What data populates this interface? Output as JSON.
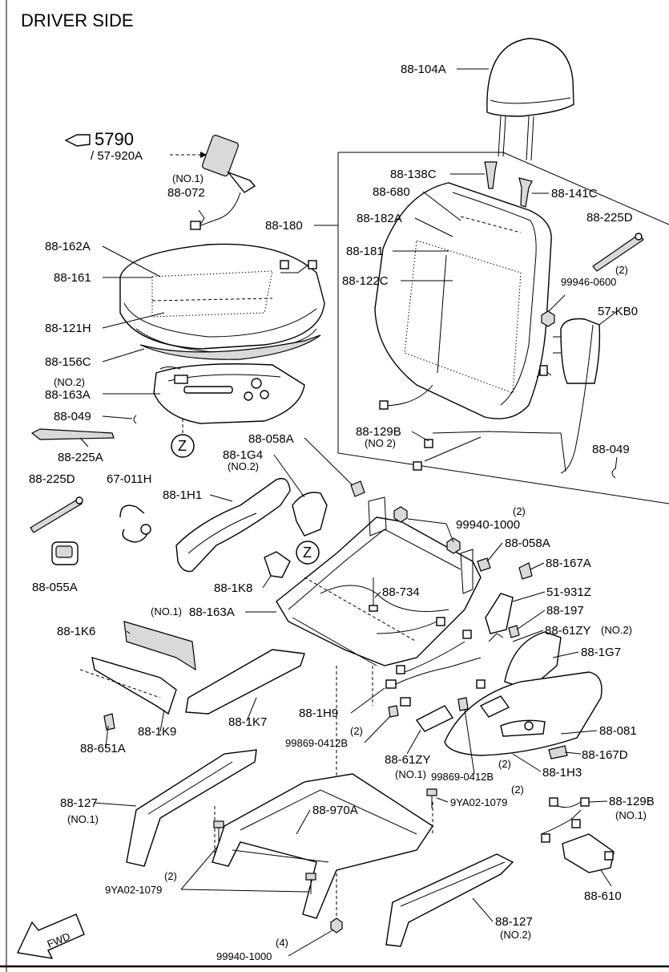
{
  "title": "DRIVER SIDE",
  "reference": {
    "arrow_label": "5790",
    "sub_label": "/ 57-920A"
  },
  "circle_markers": [
    "Z",
    "Z"
  ],
  "fwd_label": "FWD",
  "labels": {
    "p88_104A": "88-104A",
    "p88_138C": "88-138C",
    "p88_680": "88-680",
    "p88_141C": "88-141C",
    "p88_182A": "88-182A",
    "p88_225D_a": "88-225D",
    "p88_180": "88-180",
    "p88_181": "88-181",
    "q2_a": "(2)",
    "p99946_0600": "99946-0600",
    "p88_122C": "88-122C",
    "p57_KB0": "57-KB0",
    "no1_a": "(NO.1)",
    "p88_072": "88-072",
    "p88_162A": "88-162A",
    "p88_161": "88-161",
    "p88_121H": "88-121H",
    "p88_156C": "88-156C",
    "no2_a": "(NO.2)",
    "p88_163A_top": "88-163A",
    "p88_049_a": "88-049",
    "p88_225A": "88-225A",
    "p88_129B_top": "88-129B",
    "no2_b": "(NO 2)",
    "p88_049_b": "88-049",
    "p88_058A_a": "88-058A",
    "p88_1G4": "88-1G4",
    "no2_c": "(NO.2)",
    "p88_225D_b": "88-225D",
    "p67_011H": "67-011H",
    "p88_1H1": "88-1H1",
    "q2_b": "(2)",
    "p99940_1000_a": "99940-1000",
    "p88_058A_b": "88-058A",
    "p88_167A": "88-167A",
    "p88_055A": "88-055A",
    "p88_1K8": "88-1K8",
    "p88_734": "88-734",
    "p51_931Z": "51-931Z",
    "no1_b": "(NO.1)",
    "p88_163A_bot": "88-163A",
    "p88_197": "88-197",
    "p88_1K6": "88-1K6",
    "p88_61ZY_a": "88-61ZY",
    "no2_d": "(NO.2)",
    "p88_1G7": "88-1G7",
    "p88_1H9": "88-1H9",
    "p88_1K7": "88-1K7",
    "q2_c": "(2)",
    "p99869_0412B_a": "99869-0412B",
    "p88_081": "88-081",
    "p88_1K9": "88-1K9",
    "p88_651A": "88-651A",
    "p88_61ZY_b": "88-61ZY",
    "q2_d": "(2)",
    "p88_167D": "88-167D",
    "no1_c": "(NO.1)",
    "p99869_0412B_b": "99869-0412B",
    "p88_1H3": "88-1H3",
    "q2_e": "(2)",
    "p9YA02_1079_a": "9YA02-1079",
    "p88_127_a": "88-127",
    "no1_d": "(NO.1)",
    "p88_970A": "88-970A",
    "p88_129B_bot": "88-129B",
    "no1_e": "(NO.1)",
    "q2_f": "(2)",
    "p9YA02_1079_b": "9YA02-1079",
    "p88_610": "88-610",
    "p88_127_b": "88-127",
    "no2_e": "(NO.2)",
    "q4": "(4)",
    "p99940_1000_b": "99940-1000"
  }
}
